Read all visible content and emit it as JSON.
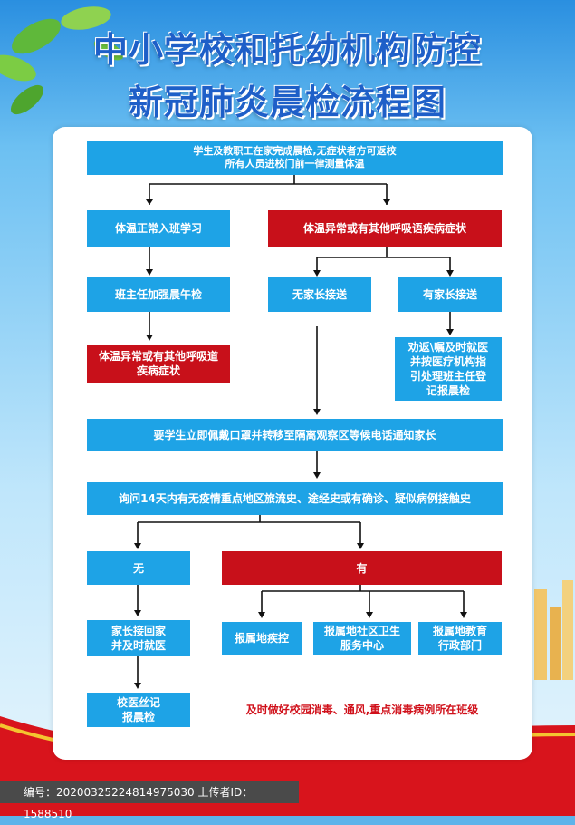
{
  "title": {
    "line1": "中小学校和托幼机构防控",
    "line2": "新冠肺炎晨检流程图"
  },
  "flow": {
    "start": "学生及教职工在家完成晨检,无症状者方可返校\n所有人员进校门前一律测量体温",
    "normal_temp": "体温正常入班学习",
    "abnormal_temp": "体温异常或有其他呼吸语疾病症状",
    "noon_check": "班主任加强晨午检",
    "noon_abnormal": "体温异常或有其他呼吸道\n疾病症状",
    "no_parent": "无家长接送",
    "has_parent": "有家长接送",
    "advise": "劝返\\嘱及时就医\n并按医疗机构指\n引处理班主任登\n记报晨检",
    "isolate": "要学生立即佩戴口罩并转移至隔离观察区等候电话通知家长",
    "inquire": "询问14天内有无疫情重点地区旅流史、途经史或有确诊、疑似病例接触史",
    "no": "无",
    "yes": "有",
    "parent_pickup": "家长接回家\n并及时就医",
    "school_doctor": "校医丝记\n报晨检",
    "report_cdc": "报属地疾控",
    "report_community": "报属地社区卫生\n服务中心",
    "report_edu": "报属地教育\n行政部门",
    "note": "及时做好校园消毒、通风,重点消毒病例所在班级"
  },
  "footer": {
    "text": "编号：20200325224814975030 上传者ID：1588510"
  },
  "colors": {
    "box_blue": "#1ea3e6",
    "box_red": "#c8101a",
    "title_blue": "#1e5fc8"
  }
}
